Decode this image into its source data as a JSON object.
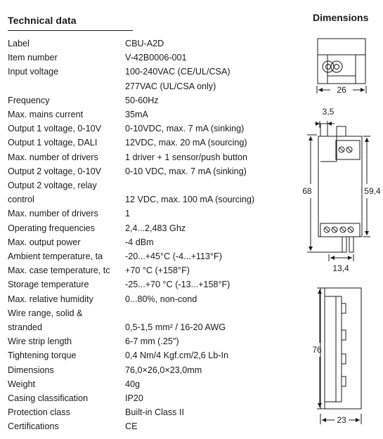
{
  "header": {
    "title": "Technical data",
    "dimensions_title": "Dimensions"
  },
  "specs": [
    {
      "label": "Label",
      "value": "CBU-A2D"
    },
    {
      "label": "Item number",
      "value": "V-42B0006-001"
    },
    {
      "label": "Input voltage",
      "value": "100-240VAC (CE/UL/CSA)"
    },
    {
      "label": "",
      "value": "277VAC (UL/CSA only)"
    },
    {
      "label": "Frequency",
      "value": "50-60Hz"
    },
    {
      "label": "Max. mains current",
      "value": "35mA"
    },
    {
      "label": "Output 1 voltage, 0-10V",
      "value": "0-10VDC, max. 7 mA (sinking)"
    },
    {
      "label": "Output 1 voltage, DALI",
      "value": "12VDC, max. 20 mA (sourcing)"
    },
    {
      "label": "Max. number of drivers",
      "value": "1 driver + 1 sensor/push button"
    },
    {
      "label": "Output 2 voltage, 0-10V",
      "value": "0-10 VDC, max. 7 mA (sinking)"
    },
    {
      "label": "Output 2 voltage, relay",
      "value": ""
    },
    {
      "label": "control",
      "value": "12 VDC, max. 100 mA (sourcing)"
    },
    {
      "label": "Max. number of drivers",
      "value": "1"
    },
    {
      "label": "Operating frequencies",
      "value": "2,4...2,483 Ghz"
    },
    {
      "label": "Max. output power",
      "value": "-4 dBm"
    },
    {
      "label": "Ambient temperature, ta",
      "value": "-20...+45°C (-4...+113°F)"
    },
    {
      "label": "Max. case temperature, tc",
      "value": "+70 °C (+158°F)"
    },
    {
      "label": "Storage temperature",
      "value": "-25...+70 °C (-13...+158°F)"
    },
    {
      "label": "Max. relative humidity",
      "value": "0...80%, non-cond"
    },
    {
      "label": "Wire range, solid &",
      "value": ""
    },
    {
      "label": "stranded",
      "value": "0,5-1,5 mm² / 16-20 AWG"
    },
    {
      "label": "Wire strip length",
      "value": "6-7 mm (.25\")"
    },
    {
      "label": "Tightening torque",
      "value": "0,4 Nm/4 Kgf.cm/2,6 Lb-In"
    },
    {
      "label": "Dimensions",
      "value": "76,0×26,0×23,0mm"
    },
    {
      "label": "Weight",
      "value": "40g"
    },
    {
      "label": "Casing classification",
      "value": "IP20"
    },
    {
      "label": "Protection class",
      "value": "Built-in Class II"
    },
    {
      "label": "Certifications",
      "value": "CE"
    }
  ],
  "drawing": {
    "top_view_width": "26",
    "pin_width": "3,5",
    "body_height": "68",
    "body_inner_height": "59,4",
    "pin_offset": "13,4",
    "side_height": "76",
    "side_width": "23"
  }
}
